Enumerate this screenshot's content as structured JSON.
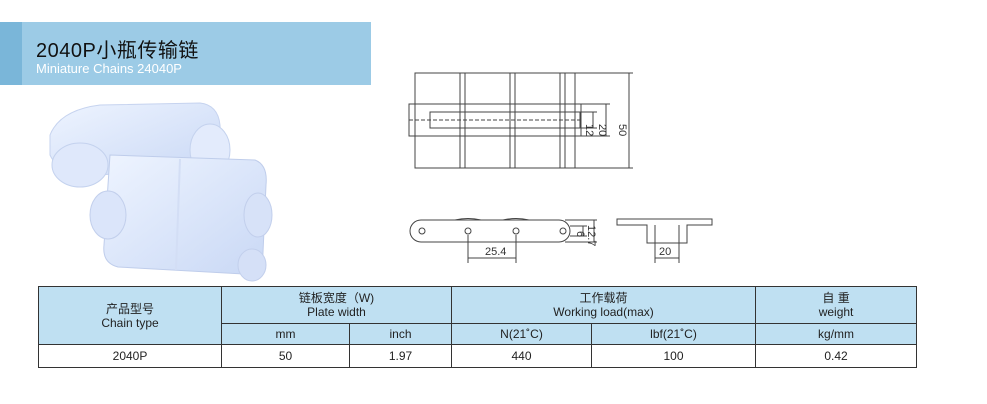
{
  "header": {
    "title_zh": "2040P小瓶传输链",
    "title_en": "Miniature Chains 24040P",
    "accent_color": "#7ab6d9",
    "bg_color": "#9ccbe6"
  },
  "drawing": {
    "top_dims": [
      "12",
      "20",
      "50"
    ],
    "side_dims": [
      "25.4",
      "6",
      "12.7"
    ],
    "end_dims": [
      "20"
    ]
  },
  "table": {
    "col_product_zh": "产品型号",
    "col_product_en": "Chain type",
    "col_width_zh": "链板宽度（W)",
    "col_width_en": "Plate width",
    "col_load_zh": "工作载荷",
    "col_load_en": "Working  load(max)",
    "col_weight_zh": "自 重",
    "col_weight_en": "weight",
    "units": [
      "mm",
      "inch",
      "N(21˚C)",
      "lbf(21˚C)",
      "kg/mm"
    ],
    "rows": [
      [
        "2040P",
        "50",
        "1.97",
        "440",
        "100",
        "0.42"
      ]
    ]
  }
}
